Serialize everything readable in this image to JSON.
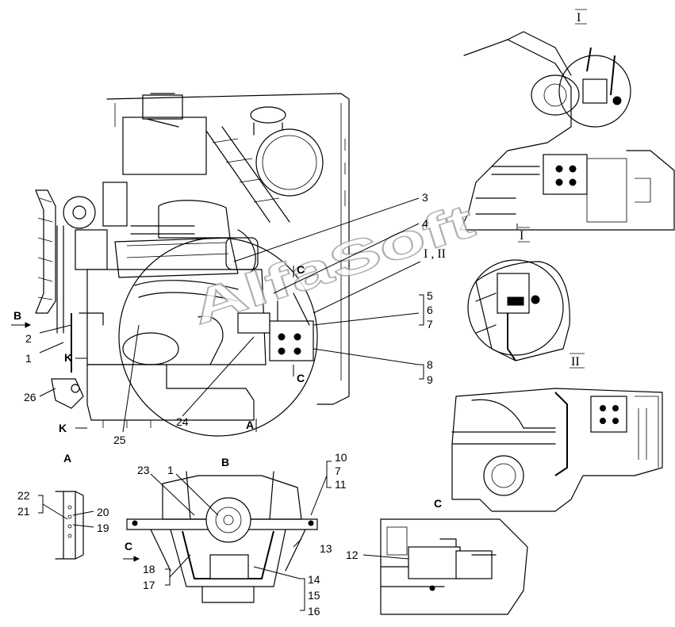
{
  "watermark": "AlfaSoft",
  "main_labels": [
    "3",
    "4",
    "5",
    "6",
    "7",
    "8",
    "9",
    "2",
    "1",
    "26",
    "25",
    "24"
  ],
  "ref_I_II": "I , II",
  "view_letters": {
    "B": "B",
    "K_top": "K",
    "K_bottom": "K",
    "C_top": "C",
    "C_bottom": "C",
    "A_arrow": "A"
  },
  "views": {
    "I": {
      "title": "I"
    },
    "I2": {
      "title": "I"
    },
    "II": {
      "title": "II"
    },
    "A": {
      "title": "A",
      "labels": [
        "22",
        "21",
        "20",
        "19"
      ]
    },
    "B": {
      "title": "B",
      "labels": [
        "23",
        "1",
        "10",
        "7",
        "11",
        "13",
        "14",
        "15",
        "16",
        "18",
        "17",
        "C"
      ]
    },
    "C": {
      "title": "C",
      "labels": [
        "12"
      ]
    }
  }
}
